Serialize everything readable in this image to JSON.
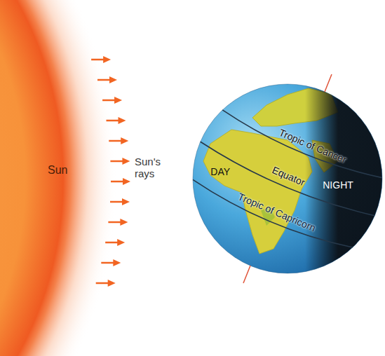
{
  "diagram": {
    "nodes": [
      {
        "text": [
          "Sun"
        ]
      },
      {
        "text": [
          "Tropic of Cancer",
          "DAY",
          "Equator",
          "NIGHT",
          "Tropic of Capricorn"
        ]
      }
    ],
    "labels": [
      "Sun's rays"
    ]
  }
}
